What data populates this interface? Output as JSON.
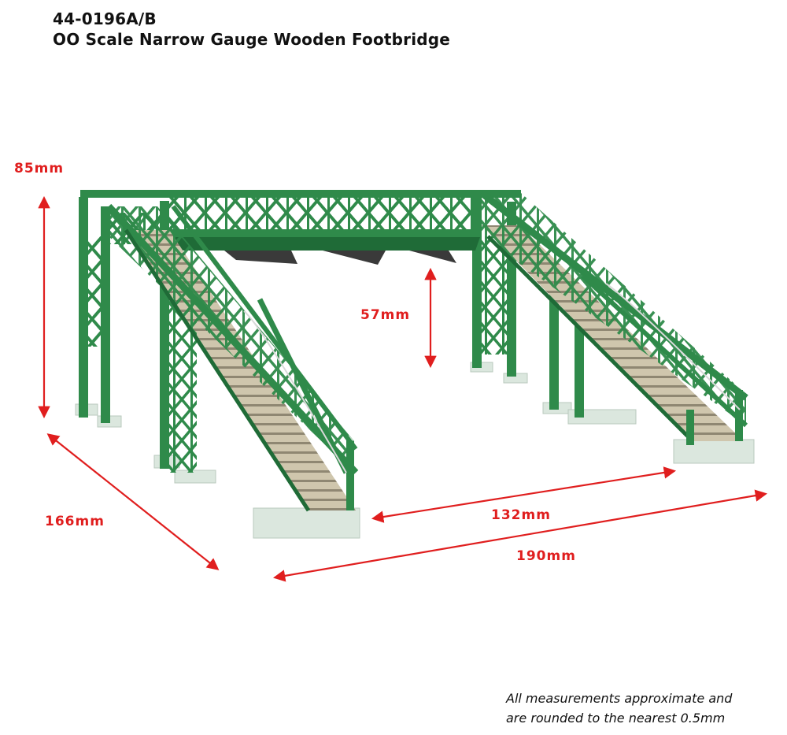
{
  "header": {
    "product_code": "44-0196A/B",
    "product_name": "OO Scale Narrow Gauge Wooden Footbridge"
  },
  "dimensions": {
    "height": "85mm",
    "clearance": "57mm",
    "depth": "166mm",
    "inner_width": "132mm",
    "overall_width": "190mm"
  },
  "note": {
    "line1": "All measurements approximate and",
    "line2": "are rounded to the nearest 0.5mm"
  },
  "colors": {
    "bridge_green": "#2f8a4a",
    "bridge_green_dark": "#1f6b37",
    "steps": "#cfc6ad",
    "base": "#d9e6dc",
    "dimension_red": "#e01e1e"
  }
}
